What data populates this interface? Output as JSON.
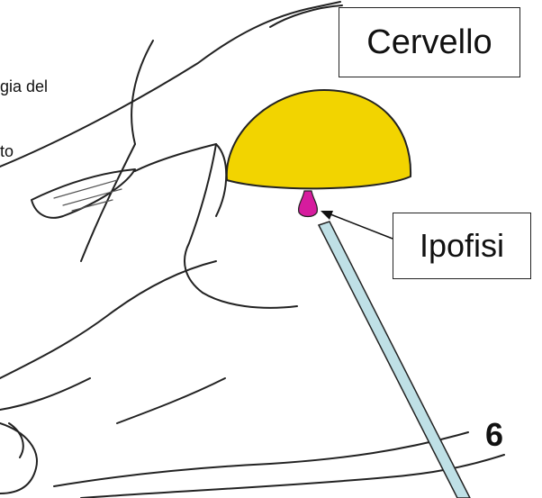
{
  "corner_text": {
    "line1": "gia del",
    "line2": "to"
  },
  "labels": {
    "brain": "Cervello",
    "pituitary": "Ipofisi"
  },
  "page_number": "6",
  "colors": {
    "brain_fill": "#f2d400",
    "pituitary_fill": "#d61c9e",
    "pointer_bar": "#bfe0e6",
    "sketch_line": "#222222"
  }
}
